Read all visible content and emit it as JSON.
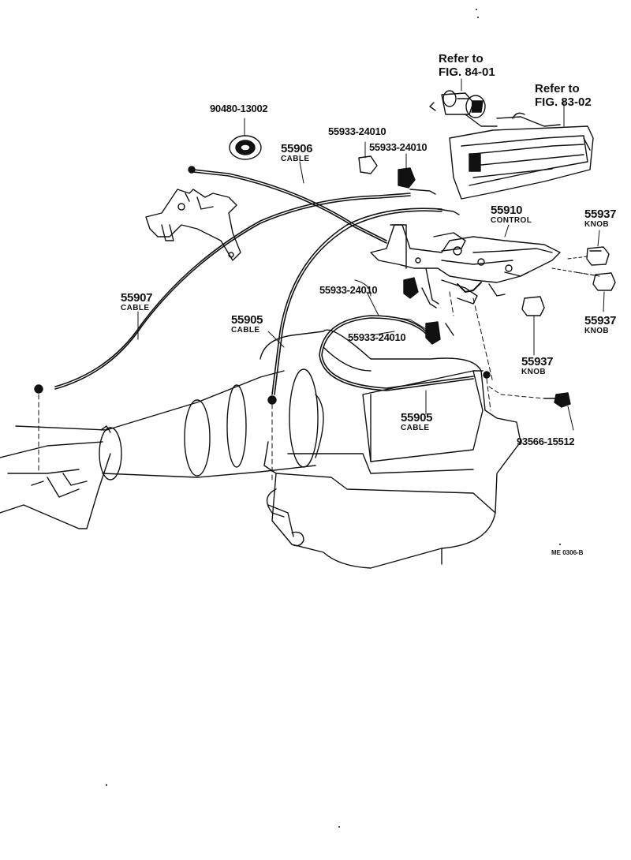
{
  "callouts": {
    "c90480": {
      "number": "90480-13002"
    },
    "c55906": {
      "number": "55906",
      "name": "CABLE"
    },
    "c55933_top1": {
      "number": "55933-24010"
    },
    "c55933_top2": {
      "number": "55933-24010"
    },
    "c55910": {
      "number": "55910",
      "name": "CONTROL"
    },
    "c55937_a": {
      "number": "55937",
      "name": "KNOB"
    },
    "c55937_b": {
      "number": "55937",
      "name": "KNOB"
    },
    "c55937_c": {
      "number": "55937",
      "name": "KNOB"
    },
    "c55907": {
      "number": "55907",
      "name": "CABLE"
    },
    "c55905_left": {
      "number": "55905",
      "name": "CABLE"
    },
    "c55933_mid1": {
      "number": "55933-24010"
    },
    "c55933_mid2": {
      "number": "55933-24010"
    },
    "c55905_right": {
      "number": "55905",
      "name": "CABLE"
    },
    "c93566": {
      "number": "93566-15512"
    }
  },
  "references": {
    "fig84": {
      "line1": "Refer to",
      "line2": "FIG. 84-01"
    },
    "fig83": {
      "line1": "Refer to",
      "line2": "FIG. 83-02"
    }
  },
  "drawing_code": "ME 0306-B"
}
